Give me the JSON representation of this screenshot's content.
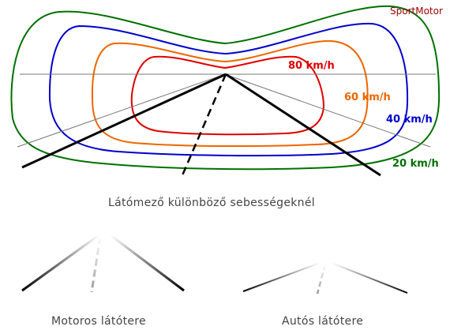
{
  "brand": "SportMotor",
  "speed_labels": {
    "kmh80": "80 km/h",
    "kmh60": "60 km/h",
    "kmh40": "40 km/h",
    "kmh20": "20 km/h"
  },
  "captions": {
    "main": "Látómező különböző sebességeknél",
    "motor": "Motoros látótere",
    "car": "Autós látótere"
  },
  "colors": {
    "brand": "#990000",
    "kmh80": "#e00000",
    "kmh60": "#ee6600",
    "kmh40": "#0000cc",
    "kmh20": "#007000",
    "caption": "#444444"
  }
}
